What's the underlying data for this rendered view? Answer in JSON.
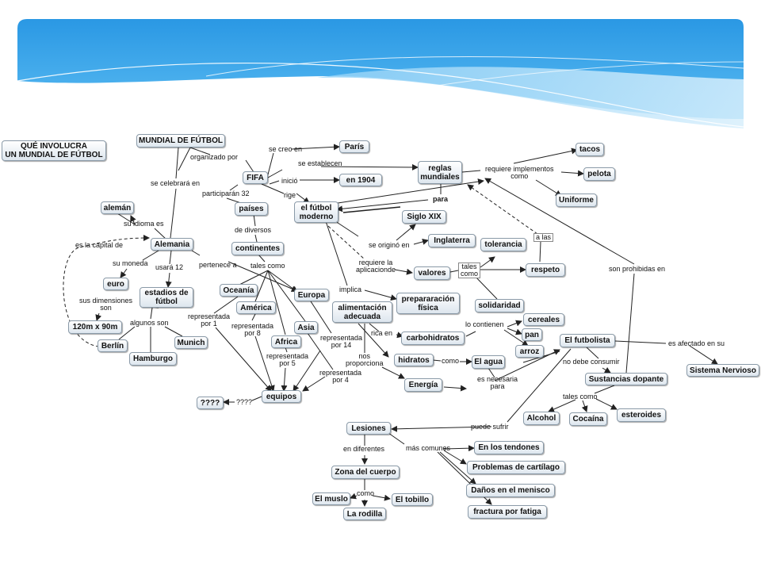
{
  "colors": {
    "banner_top": "#1e8fdf",
    "banner_mid": "#4fb3f0",
    "banner_light": "#b8dff8",
    "node_fill": "#e6edf3",
    "node_border": "#8a9aa8",
    "line": "#222222"
  },
  "nodes": {
    "title_box": "QUÉ INVOLUCRA\nUN MUNDIAL DE FÚTBOL",
    "mundial": "MUNDIAL DE FÚTBOL",
    "fifa": "FIFA",
    "paris": "París",
    "en1904": "en 1904",
    "reglas": "reglas\nmundiales",
    "tacos": "tacos",
    "pelota": "pelota",
    "uniforme": "Uniforme",
    "futbol_moderno": "el fútbol\nmoderno",
    "siglo": "Siglo XIX",
    "inglaterra": "Inglaterra",
    "tolerancia": "tolerancia",
    "valores": "valores",
    "respeto": "respeto",
    "solidaridad": "solidaridad",
    "preparacion": "prepararación\nfísica",
    "alimentacion": "alimentación\nadecuada",
    "carbohidratos": "carbohidratos",
    "cereales": "cereales",
    "pan": "pan",
    "arroz": "arroz",
    "hidratos": "hidratos",
    "agua": "El agua",
    "energia": "Energía",
    "aleman": "alemán",
    "alemania": "Alemania",
    "euro": "euro",
    "estadios": "estadios de\nfútbol",
    "medidas": "120m x 90m",
    "berlin": "Berlín",
    "munich": "Munich",
    "hamburgo": "Hamburgo",
    "paises": "países",
    "continentes": "continentes",
    "oceania": "Oceanía",
    "america": "América",
    "europa": "Europa",
    "asia": "Asia",
    "africa": "Africa",
    "equipos": "equipos",
    "q4": "????",
    "futbolista": "El futbolista",
    "sistema": "Sistema Nervioso",
    "sustancias": "Sustancias dopante",
    "alcohol": "Alcohol",
    "cocaina": "Cocaína",
    "esteroides": "esteroides",
    "lesiones": "Lesiones",
    "zona": "Zona del cuerpo",
    "muslo": "El muslo",
    "tobillo": "El tobillo",
    "rodilla": "La rodilla",
    "tendones": "En los tendones",
    "cartilago": "Problemas de cartílago",
    "menisco": "Daños en el menisco",
    "fractura": "fractura por fatiga"
  },
  "labels": {
    "organizado_por": "organizado por",
    "se_creo_en": "se creo en",
    "se_establecen": "se establecen",
    "inicio": "inició",
    "rige": "rige",
    "participaran": "participarán 32",
    "se_celebrara": "se celebrará en",
    "requiere_impl": "requiere implementos\ncomo",
    "para": "para",
    "se_origino": "se originó en",
    "a_las": "a las",
    "requiere_aplic": "requiere la\naplicacionde",
    "tales_como_val": "tales\ncomo",
    "implica": "implica",
    "son_prohibidas": "son prohibidas en",
    "lo_contienen": "lo contienen",
    "rica_en": "rica en",
    "como_agua": "como",
    "nos_proporciona": "nos\nproporciona",
    "es_necesaria": "es necesaria\npara",
    "su_idioma": "su idioma es",
    "es_capital": "es la capital de",
    "su_moneda": "su moneda",
    "usara": "usará 12",
    "pertenece": "pertenece a",
    "de_diversos": "de diversos",
    "tales_como_cont": "tales como",
    "dimensiones": "sus dimensiones\nson",
    "algunos_son": "algunos son",
    "rep1": "representada\npor 1",
    "rep8": "representada\npor 8",
    "rep5": "representada\npor 5",
    "rep14": "representada\npor 14",
    "rep4": "representada\npor 4",
    "q4_label": "????",
    "es_afectado": "es afectado en su",
    "no_debe": "no debe consumir",
    "tales_como_sust": "tales como",
    "puede_sufrir": "puede sufrir",
    "en_diferentes": "en diferentes",
    "mas_comunes": "más comunes",
    "como_zona": "como"
  }
}
